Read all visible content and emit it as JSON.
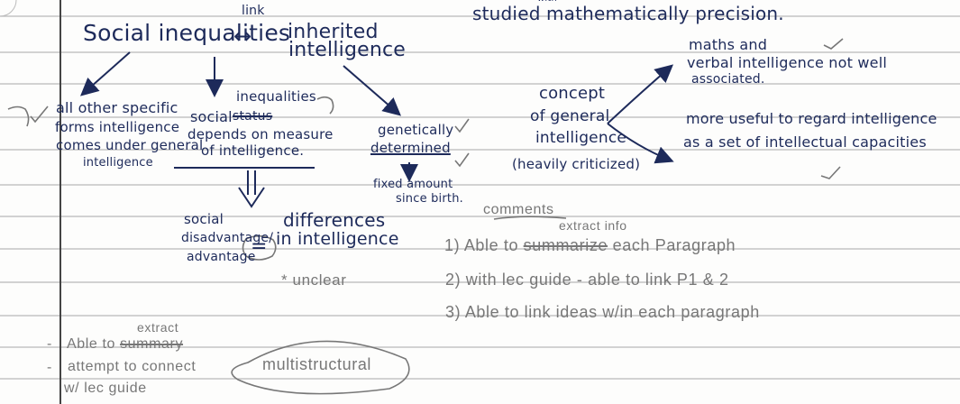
{
  "top": {
    "studied": "studied",
    "with": "with",
    "precision": "mathematically precision.",
    "link": "link"
  },
  "map": {
    "social_inequalities": "Social inequalities",
    "arrow": "↔",
    "inherited_1": "inherited",
    "inherited_2": "intelligence",
    "specific": [
      "all other specific",
      "forms intelligence",
      "comes under general",
      "intelligence"
    ],
    "social_ineq_1": "social",
    "social_ineq_strike": "status",
    "social_ineq_insert": "inequalities",
    "social_ineq_2": "depends on measure",
    "social_ineq_3": "of intelligence.",
    "genetically_1": "genetically",
    "genetically_2": "determined",
    "fixed_1": "fixed amount",
    "fixed_2": "since birth.",
    "concept_1": "concept",
    "concept_2": "of general",
    "concept_3": "intelligence",
    "concept_4": "(heavily criticized)",
    "maths_1": "maths and",
    "maths_2": "verbal intelligence not well",
    "maths_3": "associated.",
    "useful_1": "more useful to regard intelligence",
    "useful_2": "as a set of intellectual capacities",
    "social_dis_1": "social",
    "social_dis_2": "disadvantage/",
    "social_dis_3": "advantage",
    "equals": "=",
    "diff_1": "differences",
    "diff_2": "in intelligence",
    "unclear": "* unclear",
    "implies": "⇓"
  },
  "comments": {
    "heading": "comments",
    "insert": "extract info",
    "item1_prefix": "1) Able to ",
    "item1_strike": "summarize",
    "item1_suffix": " each Paragraph",
    "item2": "2) with lec guide - able to link P1 & 2",
    "item3": "3) Able to link ideas w/in each paragraph"
  },
  "footer": {
    "dash1": "-",
    "dash2": "-",
    "line1_prefix": "Able to ",
    "line1_strike": "summary",
    "line1_insert": "extract",
    "line2": "attempt to connect",
    "line3": "w/ lec guide",
    "multistructural": "multistructural"
  },
  "colors": {
    "ink": "#1d2a5a",
    "pencil": "#777777",
    "rule": "#b9b9b9"
  }
}
